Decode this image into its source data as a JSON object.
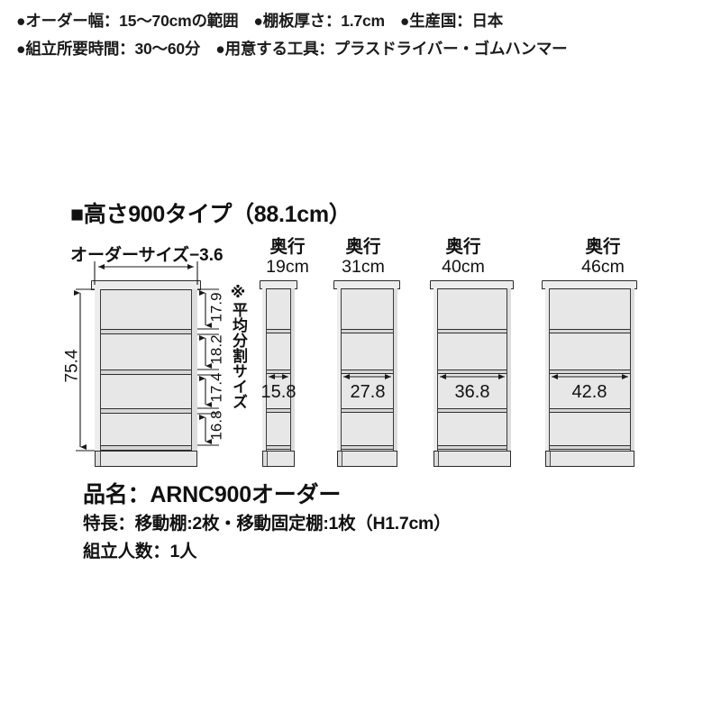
{
  "spec_bullets": {
    "row1": [
      "●オーダー幅：15〜70cmの範囲",
      "●棚板厚さ：1.7cm",
      "●生産国：日本"
    ],
    "row2": [
      "●組立所要時間：30〜60分",
      "●用意する工具：プラスドライバー・ゴムハンマー"
    ]
  },
  "section": {
    "heading": "■高さ900タイプ（88.1cm）"
  },
  "diagram": {
    "order_size_label": "オーダーサイズ−3.6",
    "total_height_label": "75.4",
    "average_note": "※平均分割サイズ",
    "segment_heights": [
      "17.9",
      "18.2",
      "17.4",
      "16.8"
    ],
    "depth_label_prefix": "奥行",
    "variants": [
      {
        "depth_label": "19cm",
        "inner_width": "15.8"
      },
      {
        "depth_label": "31cm",
        "inner_width": "27.8"
      },
      {
        "depth_label": "40cm",
        "inner_width": "36.8"
      },
      {
        "depth_label": "46cm",
        "inner_width": "42.8"
      }
    ]
  },
  "product": {
    "name": "品名：ARNC900オーダー",
    "feature": "特長：移動棚:2枚・移動固定棚:1枚（H1.7cm）",
    "assembly": "組立人数：1人"
  },
  "colors": {
    "line": "#2a2a2a",
    "panel_fill": "#e7e7e7",
    "shelf_fill": "#d6d6d6",
    "text": "#111111"
  }
}
